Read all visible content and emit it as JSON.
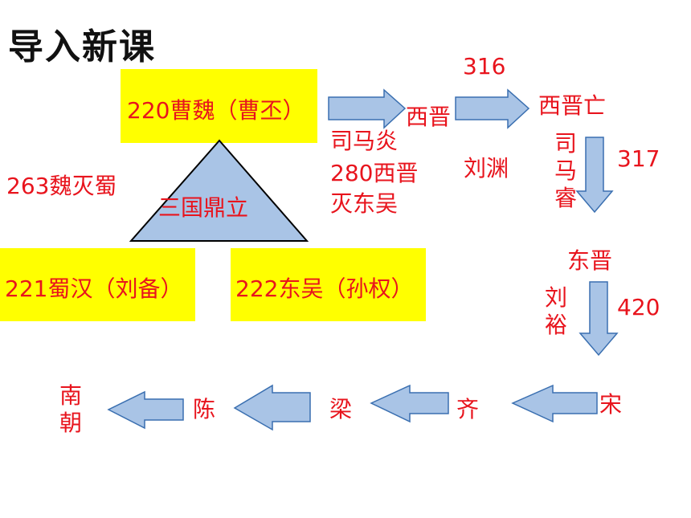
{
  "title": "导入新课",
  "boxes": {
    "wei": "220曹魏（曹丕）",
    "shu": "221蜀汉（刘备）",
    "wu": "222东吴（孙权）"
  },
  "triangle_label": "三国鼎立",
  "wei_conquers_shu": "263魏灭蜀",
  "western_jin": {
    "founder": "司马炎",
    "year_event": "280西晋",
    "event_tail": "灭东吴",
    "name": "西晋",
    "fall_year": "316",
    "fall_label": "西晋亡",
    "attacker": "刘渊"
  },
  "eastern_jin": {
    "founder": "司马睿",
    "year": "317",
    "name": "东晋"
  },
  "song": {
    "founder": "刘裕",
    "year": "420",
    "name": "宋"
  },
  "southern_dynasties": [
    "齐",
    "梁",
    "陈"
  ],
  "southern_label": "南朝",
  "colors": {
    "text_red": "#e8141d",
    "box_yellow": "#ffff00",
    "shape_fill": "#a9c4e6",
    "shape_stroke": "#3a6fb0"
  }
}
